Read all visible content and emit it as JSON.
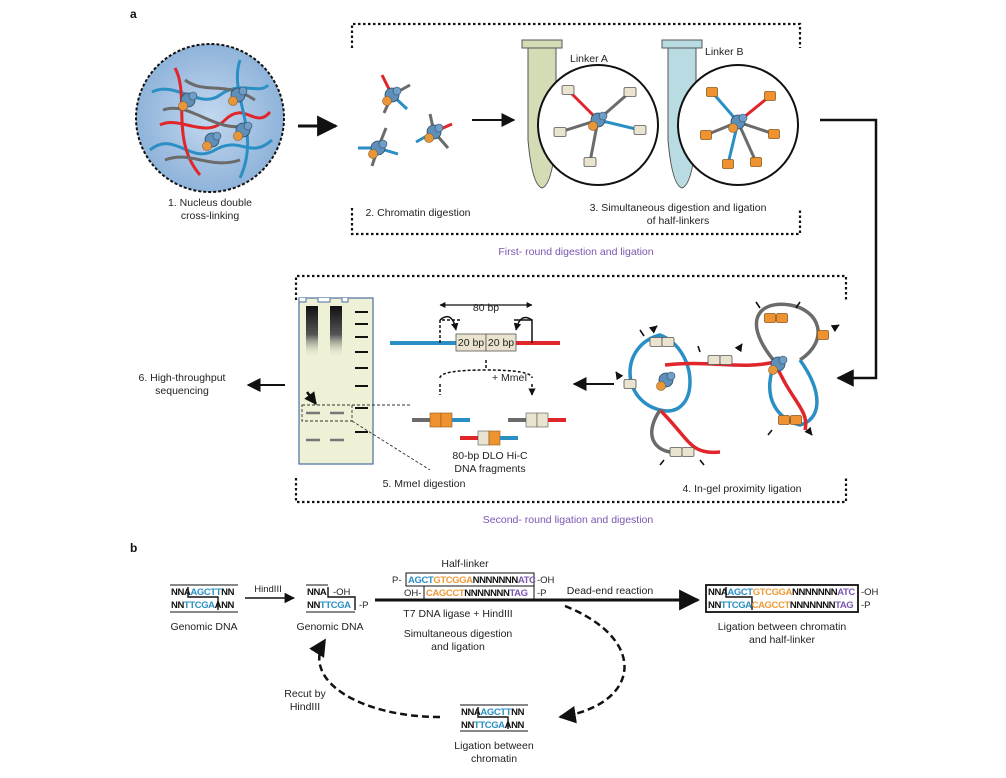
{
  "panel_a": {
    "label": "a",
    "steps": {
      "s1_line1": "1. Nucleus double",
      "s1_line2": "cross-linking",
      "s2": "2. Chromatin digestion",
      "s3_line1": "3. Simultaneous digestion and ligation",
      "s3_line2": "of half-linkers",
      "s4": "4. In-gel proximity ligation",
      "s5": "5. MmeI digestion",
      "s6_line1": "6. High-throughput",
      "s6_line2": "sequencing"
    },
    "linker_a": "Linker A",
    "linker_b": "Linker B",
    "first_round": "First- round digestion and ligation",
    "second_round": "Second- round ligation and digestion",
    "bp80": "80 bp",
    "bp20a": "20 bp",
    "bp20b": "20 bp",
    "mmei": "+ MmeI",
    "fragments_line1": "80-bp DLO Hi-C",
    "fragments_line2": "DNA fragments"
  },
  "panel_b": {
    "label": "b",
    "hindiii": "HindIII",
    "genomic_dna_1": "Genomic DNA",
    "genomic_dna_2": "Genomic DNA",
    "half_linker": "Half-linker",
    "p_left": "P-",
    "oh_left": "OH-",
    "oh_right": "-OH",
    "p_right": "-P",
    "oh_cut": "-OH",
    "p_cut": "-P",
    "oh_end": "-OH",
    "p_end": "-P",
    "t7": "T7 DNA ligase + HindIII",
    "simul_line1": "Simultaneous digestion",
    "simul_line2": "and ligation",
    "dead_end": "Dead-end reaction",
    "ligation_hl_line1": "Ligation between chromatin",
    "ligation_hl_line2": "and half-linker",
    "recut_line1": "Recut by",
    "recut_line2": "HindIII",
    "ligation_chr_line1": "Ligation between",
    "ligation_chr_line2": "chromatin",
    "seq": {
      "g_top_a": "NNA",
      "g_top_b": "AGCTT",
      "g_top_c": "NN",
      "g_bot_a": "NN",
      "g_bot_b": "TTCGA",
      "g_bot_c": "ANN",
      "c_top_a": "NNA",
      "c_bot_a": "NN",
      "c_bot_b": "TTCGA",
      "hl_top_a": "AGCT",
      "hl_top_b": "GTCGGA",
      "hl_top_c": "NNNNNNN",
      "hl_top_d": "ATC",
      "hl_bot_a": "CAGCCT",
      "hl_bot_b": "NNNNNNN",
      "hl_bot_c": "TAG",
      "r_top_a": "NNA",
      "r_top_b": "AGCT",
      "r_top_c": "GTCGGA",
      "r_top_d": "NNNNNNN",
      "r_top_e": "ATC",
      "r_bot_a": "NN",
      "r_bot_b": "TTCGA",
      "r_bot_c": "CAGCCT",
      "r_bot_d": "NNNNNNN",
      "r_bot_e": "TAG",
      "l_top_a": "NNA",
      "l_top_b": "AGCTT",
      "l_top_c": "NN",
      "l_bot_a": "NN",
      "l_bot_b": "TTCGA",
      "l_bot_c": "ANN"
    }
  },
  "colors": {
    "dna_blue": "#2a8fc4",
    "dna_red": "#e0262b",
    "dna_gray": "#6b6b6b",
    "protein_blue": "#5d8fb8",
    "protein_orange": "#e9963b",
    "linker_a_beige": "#e9e3cf",
    "linker_b_orange": "#f0922f",
    "tube_green": "#d4dcb6",
    "tube_blue": "#b9dbe2",
    "gel": "#eef1d6",
    "nucleus": "#a9c6e6",
    "purple_text": "#7a55b0"
  }
}
